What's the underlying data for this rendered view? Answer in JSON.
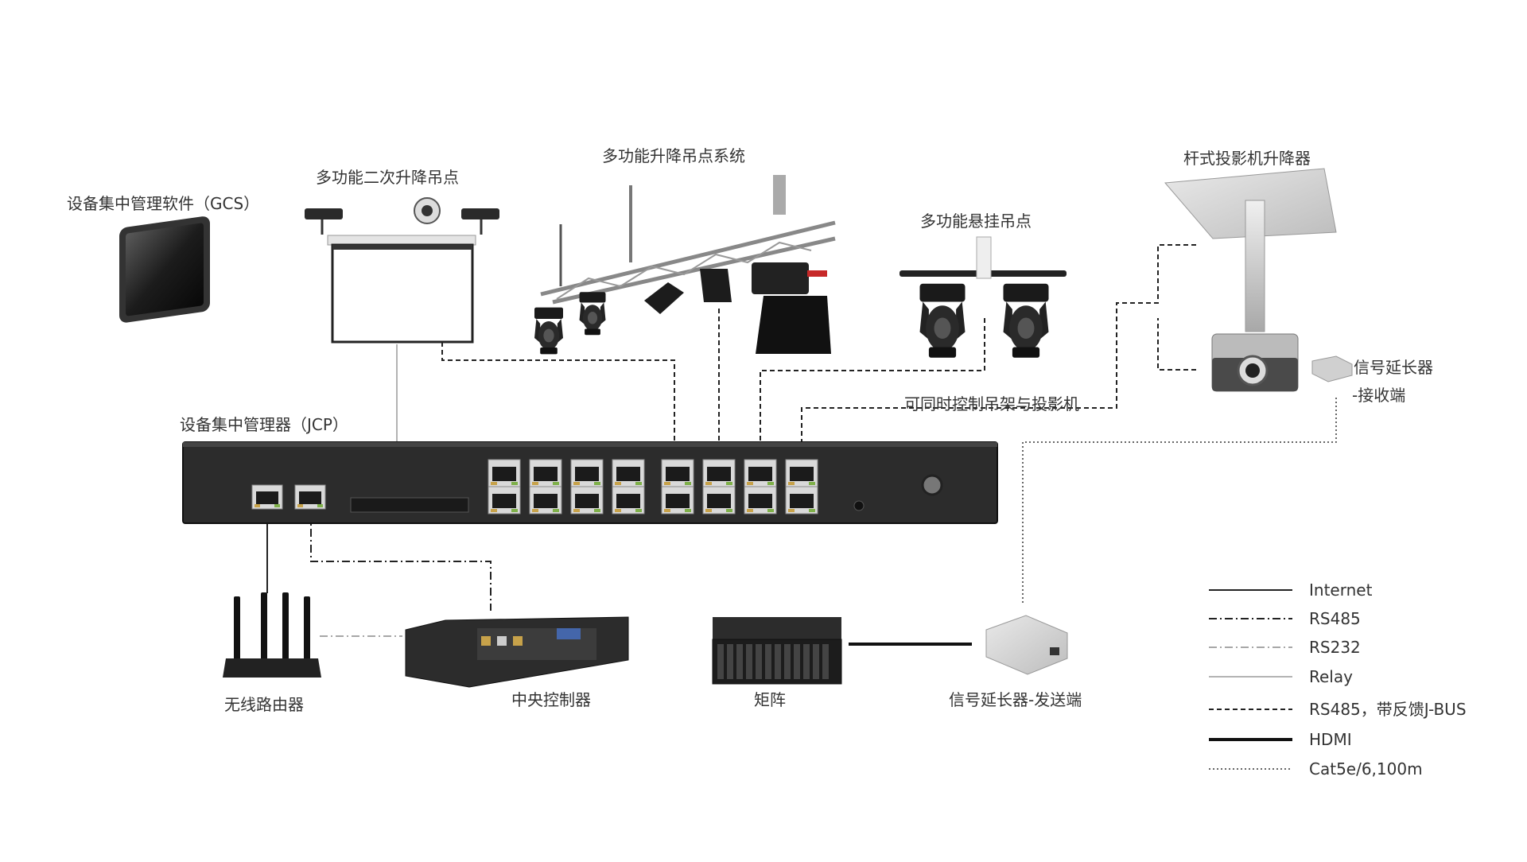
{
  "labels": {
    "gcs": "设备集中管理软件（GCS）",
    "secondary_hoist": "多功能二次升降吊点",
    "lift_system": "多功能升降吊点系统",
    "suspension_point": "多功能悬挂吊点",
    "projector_lift": "杆式投影机升降器",
    "extender_rx_line1": "信号延长器",
    "extender_rx_line2": "-接收端",
    "both_control": "可同时控制吊架与投影机",
    "jcp": "设备集中管理器（JCP）",
    "router": "无线路由器",
    "central_controller": "中央控制器",
    "matrix": "矩阵",
    "extender_tx": "信号延长器-发送端"
  },
  "legend": [
    {
      "label": "Internet",
      "style": "solid-thin"
    },
    {
      "label": "RS485",
      "style": "dash-dot"
    },
    {
      "label": "RS232",
      "style": "dash-dot-light"
    },
    {
      "label": "Relay",
      "style": "solid-light"
    },
    {
      "label": "RS485，带反馈J-BUS",
      "style": "dashed"
    },
    {
      "label": "HDMI",
      "style": "solid-thick"
    },
    {
      "label": "Cat5e/6,100m",
      "style": "dotted"
    }
  ],
  "colors": {
    "device_dark": "#2c2c2c",
    "line_dark": "#222222",
    "line_light": "#9a9a9a",
    "port_gold": "#c7a24a"
  }
}
